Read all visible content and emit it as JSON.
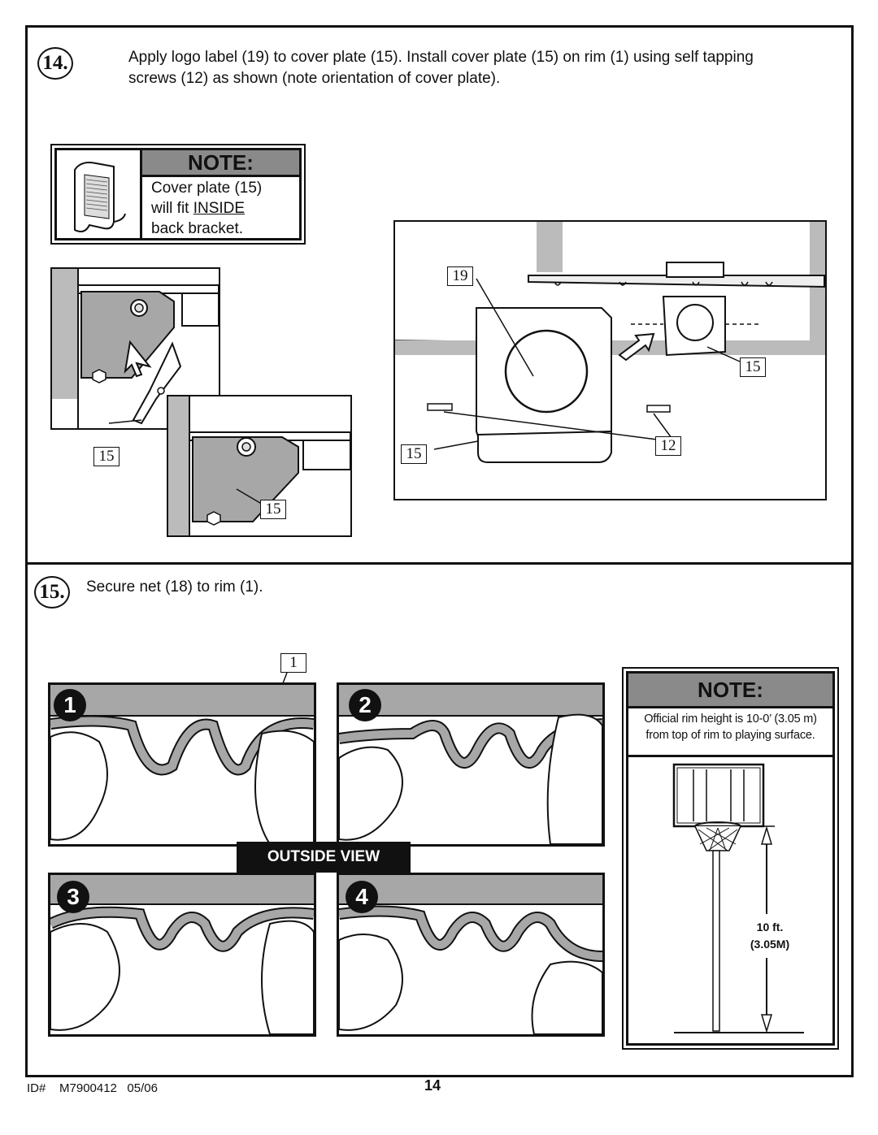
{
  "step14": {
    "number": "14.",
    "text_line1": "Apply logo label (19) to cover plate (15). Install cover plate (15) on rim (1) using self tapping",
    "text_line2": "screws (12) as shown (note orientation of cover plate).",
    "note": {
      "title": "NOTE:",
      "line1": "Cover plate (15)",
      "line2_pre": "will fit ",
      "line2_em": "INSIDE",
      "line3": "back bracket."
    },
    "callouts": {
      "left_15": "15",
      "mid_15": "15",
      "right_19": "19",
      "right_15a": "15",
      "right_15b": "15",
      "right_12": "12"
    }
  },
  "step15": {
    "number": "15.",
    "text": "Secure net (18) to rim (1).",
    "callout_1": "1",
    "panels": [
      "1",
      "2",
      "3",
      "4"
    ],
    "outside_view": "OUTSIDE VIEW",
    "note": {
      "title": "NOTE:",
      "line1": "Official rim height is 10-0’ (3.05 m)",
      "line2": "from top of rim to playing surface.",
      "height_ft": "10 ft.",
      "height_m": "(3.05M)"
    }
  },
  "footer": {
    "id": "ID#    M7900412   05/06",
    "page": "14"
  }
}
